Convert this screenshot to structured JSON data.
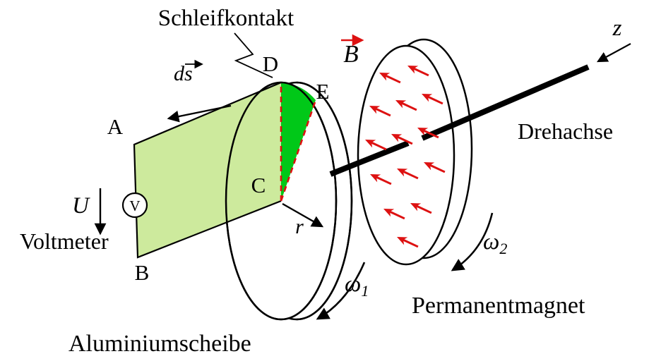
{
  "figure": {
    "description": "Unipolar induction setup: aluminium disc with sliding contact, permanent magnet on rotation axis, voltmeter",
    "labels": {
      "schleifkontakt": "Schleifkontakt",
      "ds_d": "d",
      "ds_s": "s",
      "point_a": "A",
      "point_b": "B",
      "point_c": "C",
      "point_d": "D",
      "point_e": "E",
      "b_field": "B",
      "voltage": "U",
      "voltmeter_dial": "V",
      "voltmeter": "Voltmeter",
      "radius": "r",
      "omega": "ω",
      "omega1_sub": "1",
      "omega2_sub": "2",
      "z_axis": "z",
      "axis_name": "Drehachse",
      "magnet_name": "Permanentmagnet",
      "disc_name": "Aluminiumscheibe"
    },
    "colors": {
      "outline": "#000000",
      "field_red": "#dd1111",
      "surface_green": "#cdea9d",
      "sector_green": "#00c818",
      "face_white": "#ffffff"
    }
  }
}
